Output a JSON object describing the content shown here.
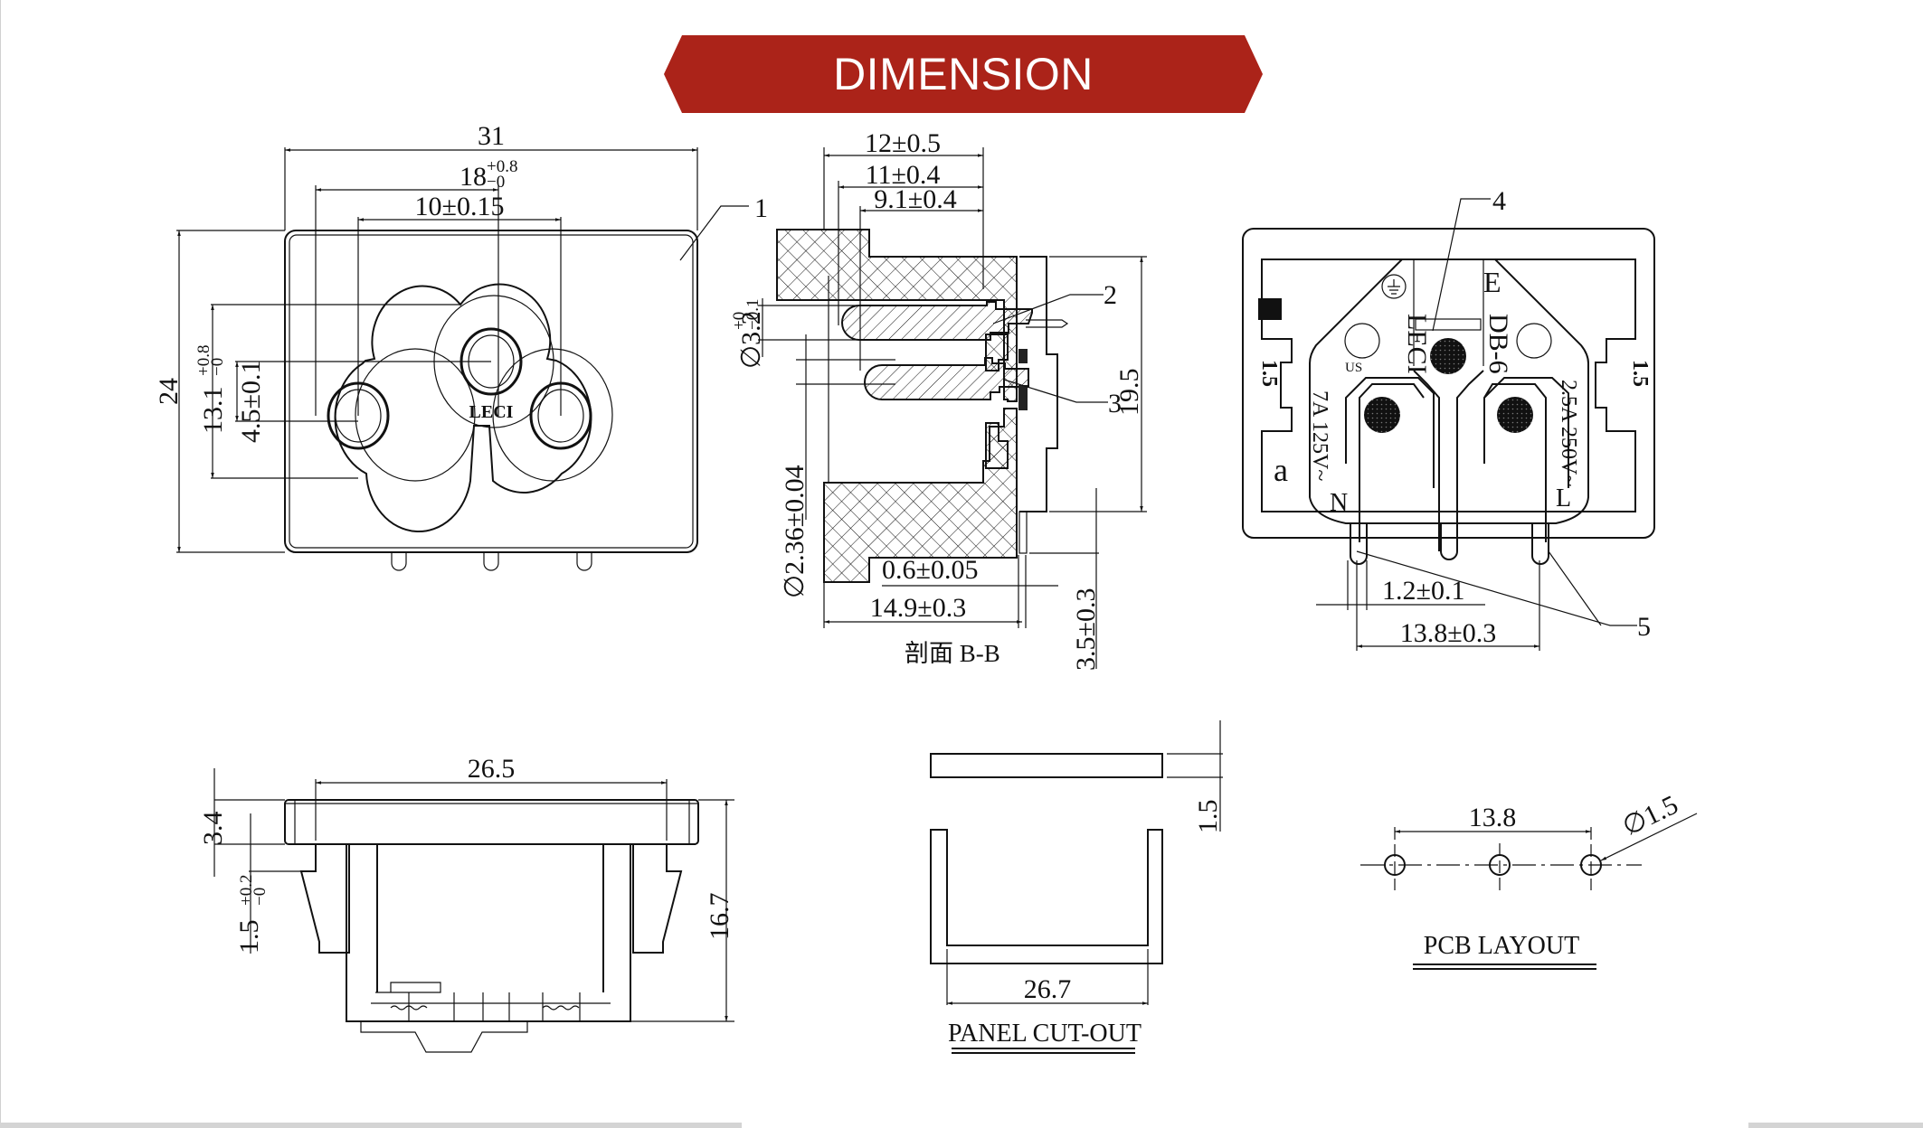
{
  "header": {
    "title": "DIMENSION",
    "banner_color": "#ab2319"
  },
  "front_view": {
    "width_total": "31",
    "height_total": "24",
    "width_outer": "18",
    "width_outer_tol_plus": "+0.8",
    "width_outer_tol_minus": "−0",
    "pin_spacing": "10±0.15",
    "height_outer": "13.1",
    "height_outer_tol_plus": "+0.8",
    "height_outer_tol_minus": "−0",
    "pin_offset": "4.5±0.1",
    "brand_mark": "LECI",
    "callout_1": "1"
  },
  "section_view": {
    "depth_1": "12±0.5",
    "depth_2": "11±0.4",
    "depth_3": "9.1±0.4",
    "hole_dia": "∅3.2",
    "hole_dia_tol_plus": "+0",
    "hole_dia_tol_minus": "−0.1",
    "pin_dia": "∅2.36±0.04",
    "height": "19.5",
    "pin_thickness": "0.6±0.05",
    "total_depth": "14.9±0.3",
    "pin_length": "3.5±0.3",
    "section_label": "剖面 B-B",
    "callout_2": "2",
    "callout_3": "3"
  },
  "rear_view": {
    "callout_4": "4",
    "callout_5": "5",
    "left_marking": "LECI",
    "right_marking": "DB-6",
    "earth_label": "E",
    "rating_left": "7A 125V~",
    "rating_right": "2.5A 250V~",
    "neutral_label": "N",
    "live_label": "L",
    "variant_label": "a",
    "side_mark": "1.5",
    "ul_mark": "US",
    "pin_width": "1.2±0.1",
    "pin_pitch": "13.8±0.3"
  },
  "side_view": {
    "width": "26.5",
    "flange_height": "3.4",
    "clip_height": "1.5",
    "clip_tol_plus": "+0.2",
    "clip_tol_minus": "−0",
    "total_height": "16.7"
  },
  "panel_cutout": {
    "thickness": "1.5",
    "width": "26.7",
    "label": "PANEL CUT-OUT"
  },
  "pcb_layout": {
    "pitch": "13.8",
    "hole_dia": "∅1.5",
    "label": "PCB LAYOUT"
  }
}
